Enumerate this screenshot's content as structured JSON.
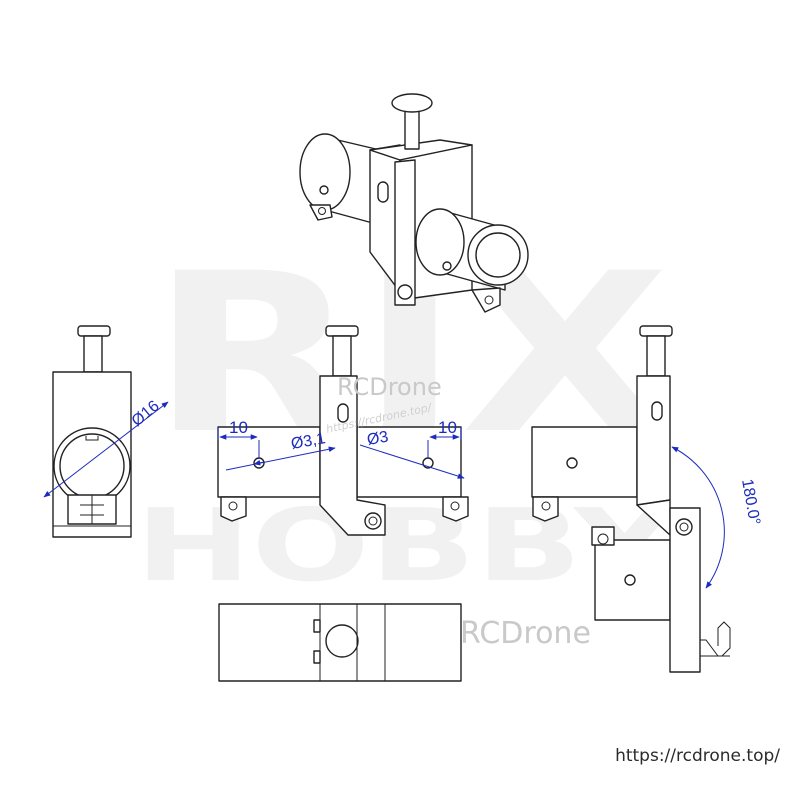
{
  "watermark": {
    "brand_top": "RJX",
    "brand_bottom": "HOBBY",
    "site_name_1": "RCDrone",
    "site_name_2": "RCDrone",
    "site_url_small": "https://rcdrone.top/"
  },
  "footer": {
    "url": "https://rcdrone.top/"
  },
  "dimensions": {
    "diameter_tube": "Ø16",
    "left_offset": "10",
    "right_offset": "10",
    "left_hole": "Ø3,1",
    "right_hole": "Ø3",
    "fold_angle": "180.0°"
  }
}
